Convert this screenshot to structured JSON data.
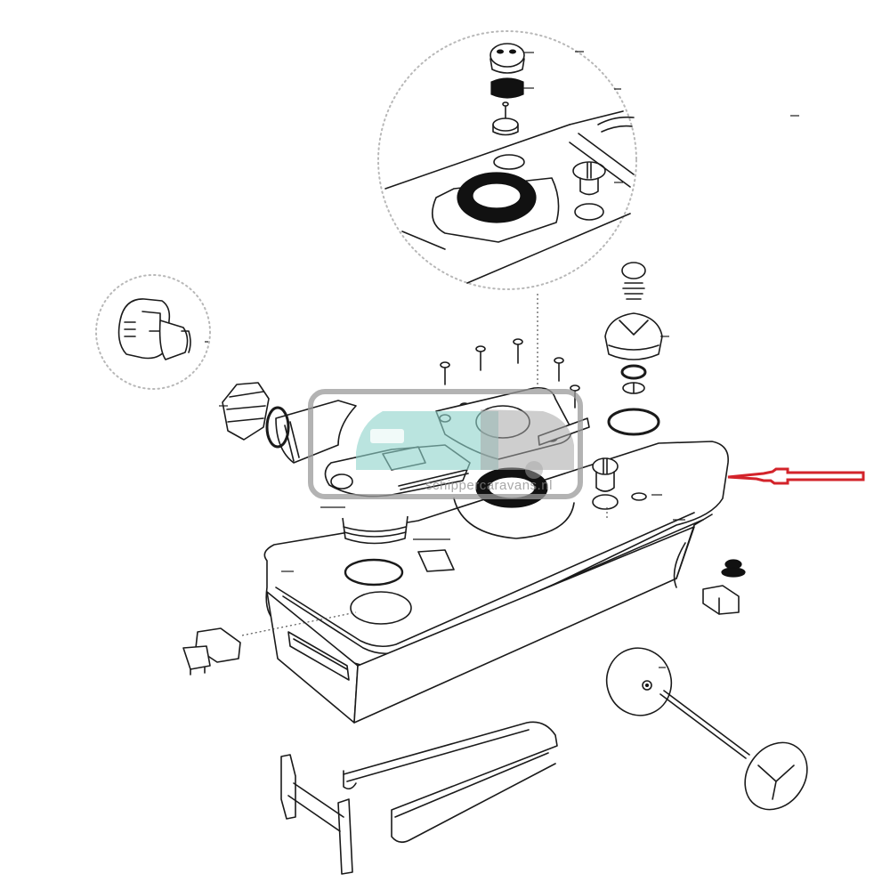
{
  "diagram": {
    "type": "exploded-parts-diagram",
    "subject": "cassette toilet waste tank",
    "colors": {
      "line": "#1a1a1a",
      "background": "#ffffff",
      "highlight_arrow": "#d3232a",
      "detail_circle": "#b8b8b8",
      "watermark_teal": "#8fd3cc",
      "watermark_gray": "#a6a6a6"
    },
    "watermark": {
      "text": "schippercaravans.nl"
    },
    "detail_callouts": [
      {
        "name": "top-valve-detail",
        "contents": [
          "vent cap",
          "black seal ring",
          "valve stem",
          "o-ring",
          "large black seal",
          "pressure plug"
        ]
      },
      {
        "name": "spout-cap-detail",
        "contents": [
          "spout adapter"
        ]
      }
    ],
    "parts": [
      "spout cap",
      "spout o-ring",
      "rotating pour spout",
      "slide handle plate",
      "mounting screws",
      "blade seal",
      "pressure relief valve",
      "valve spring",
      "valve o-ring",
      "level indicator plug",
      "tank body",
      "tank o-ring",
      "side latch clip",
      "rubber bumper",
      "side catch",
      "wheels",
      "axle",
      "pull handle",
      "handle bracket"
    ],
    "highlight": {
      "label": "tank upper edge",
      "direction": "left"
    }
  }
}
